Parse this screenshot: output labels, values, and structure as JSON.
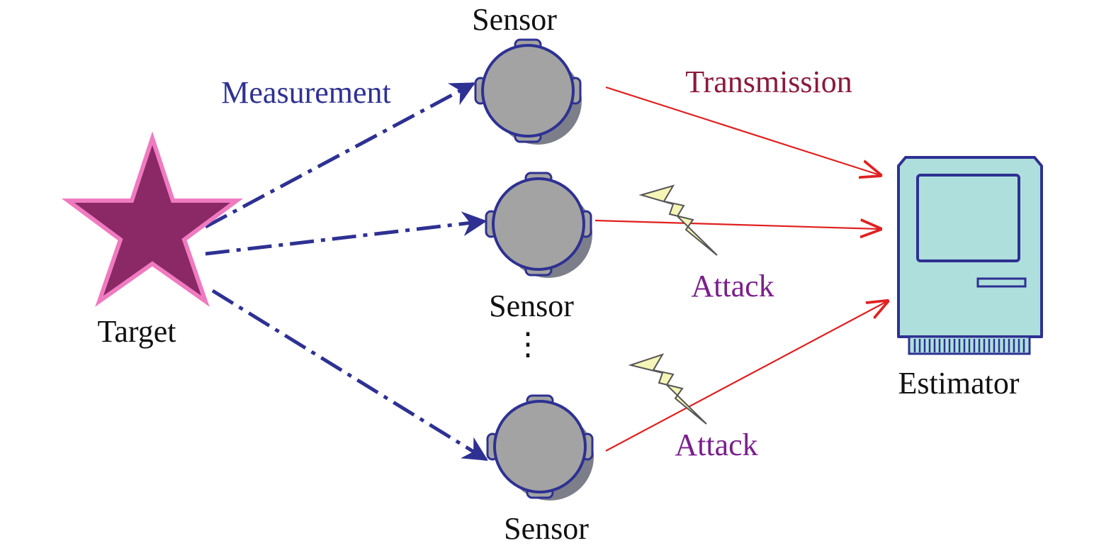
{
  "labels": {
    "target": "Target",
    "sensor_top": "Sensor",
    "sensor_middle": "Sensor",
    "sensor_bottom": "Sensor",
    "measurement": "Measurement",
    "transmission": "Transmission",
    "attack_upper": "Attack",
    "attack_lower": "Attack",
    "estimator": "Estimator",
    "ellipsis": "⋮"
  },
  "colors": {
    "measurement_line": "#2e3192",
    "transmission_line": "#e02020",
    "target_fill": "#8b2866",
    "target_stroke": "#f07ac0",
    "sensor_fill": "#a3a3a3",
    "sensor_stroke": "#2e3192",
    "sensor_shadow": "#7c7f8a",
    "estimator_fill": "#aedfdc",
    "estimator_stroke": "#2e3192",
    "lightning_fill": "#f5f5b8",
    "lightning_stroke": "#555555"
  },
  "icons": [
    "star-icon",
    "sensor-icon",
    "computer-icon",
    "lightning-icon"
  ]
}
